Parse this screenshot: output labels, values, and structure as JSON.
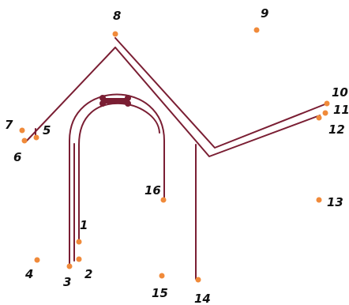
{
  "puzzle": {
    "dots": [
      {
        "n": "1",
        "label": "1"
      },
      {
        "n": "2",
        "label": "2"
      },
      {
        "n": "3",
        "label": "3"
      },
      {
        "n": "4",
        "label": "4"
      },
      {
        "n": "5",
        "label": "5"
      },
      {
        "n": "6",
        "label": "6"
      },
      {
        "n": "7",
        "label": "7"
      },
      {
        "n": "8",
        "label": "8"
      },
      {
        "n": "9",
        "label": "9"
      },
      {
        "n": "10",
        "label": "10"
      },
      {
        "n": "11",
        "label": "11"
      },
      {
        "n": "12",
        "label": "12"
      },
      {
        "n": "13",
        "label": "13"
      },
      {
        "n": "14",
        "label": "14"
      },
      {
        "n": "15",
        "label": "15"
      },
      {
        "n": "16",
        "label": "16"
      }
    ]
  },
  "colors": {
    "line": "#7a1e33",
    "dot": "#f08a3a",
    "label": "#111111",
    "bone": "#7a1e33",
    "background": "#ffffff"
  },
  "icons": {
    "bone": "bone-icon"
  }
}
